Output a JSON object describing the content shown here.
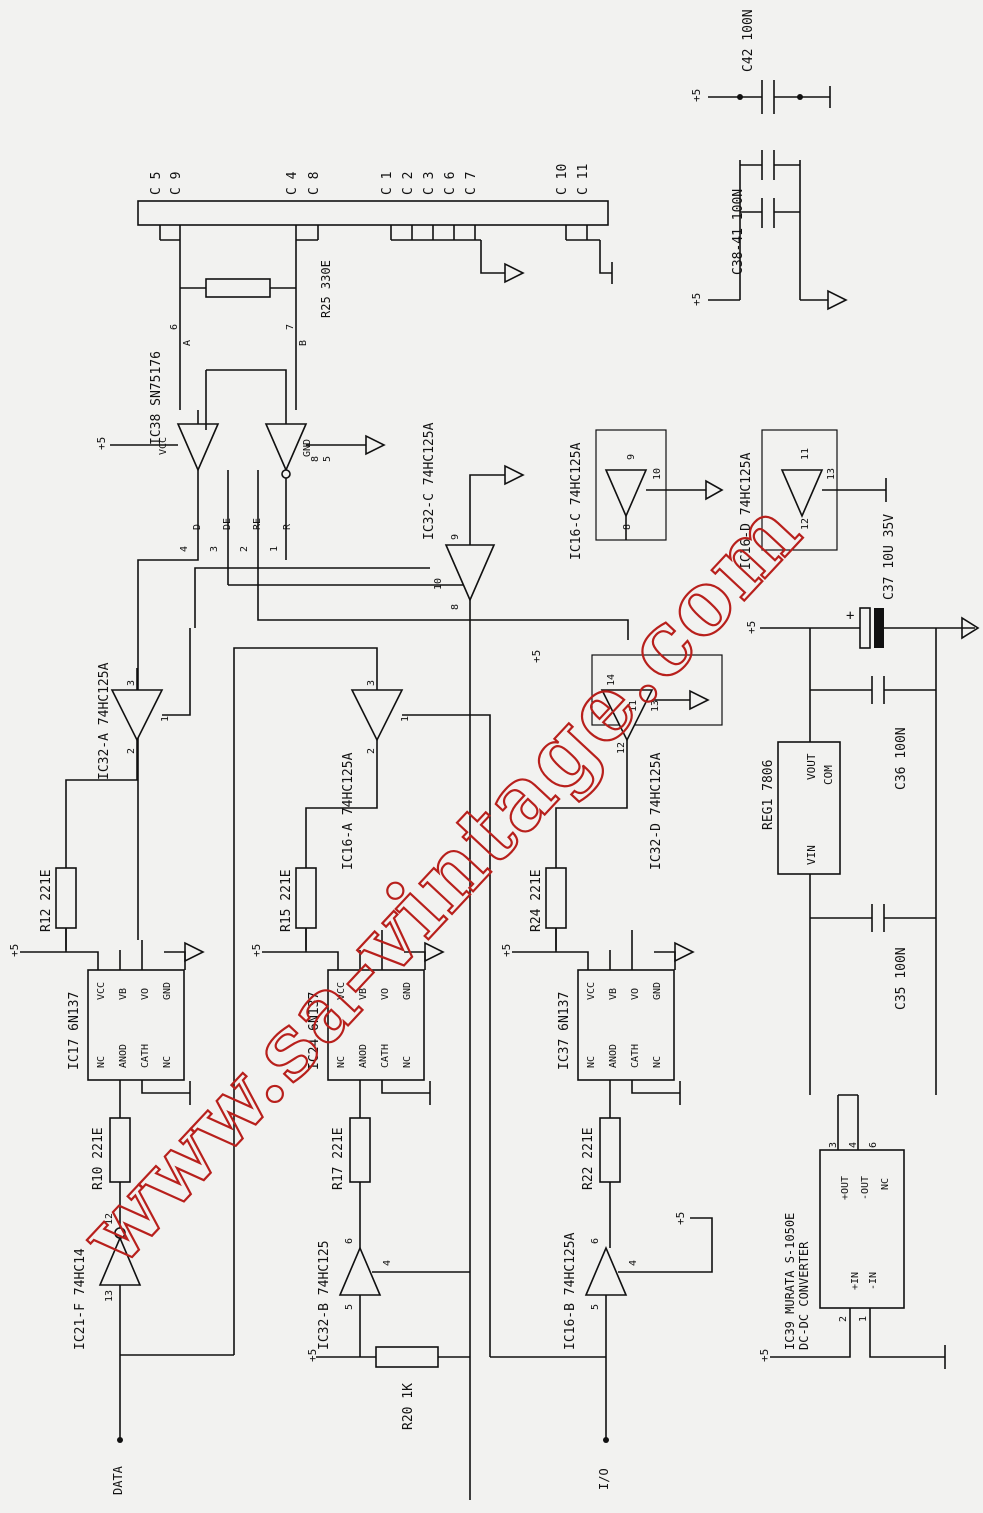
{
  "watermark": "www.sa-vintage.com",
  "colors": {
    "ink": "#111111",
    "paper": "#f2f2f0",
    "watermark": "#b8201c"
  },
  "connector": {
    "groups": [
      {
        "pins": [
          "C 5",
          "C 9"
        ]
      },
      {
        "pins": [
          "C 4",
          "C 8"
        ]
      },
      {
        "pins": [
          "C 1",
          "C 2",
          "C 3",
          "C 6",
          "C 7"
        ]
      },
      {
        "pins": [
          "C 10",
          "C 11"
        ]
      }
    ]
  },
  "ics": {
    "ic38": {
      "label": "IC38 SN75176",
      "pins": [
        "VCC",
        "GND",
        "4",
        "3",
        "2",
        "1",
        "6",
        "7",
        "8",
        "5",
        "D",
        "DE",
        "RE",
        "R",
        "A",
        "B"
      ]
    },
    "ic32a": {
      "label": "IC32-A 74HC125A",
      "pins": [
        "3",
        "1",
        "2"
      ]
    },
    "ic32b": {
      "label": "IC32-B 74HC125",
      "pins": [
        "6",
        "4",
        "5"
      ]
    },
    "ic32c": {
      "label": "IC32-C 74HC125A",
      "pins": [
        "9",
        "10",
        "8"
      ]
    },
    "ic32d": {
      "label": "IC32-D 74HC125A",
      "pins": [
        "14",
        "13",
        "12",
        "11"
      ]
    },
    "ic16a": {
      "label": "IC16-A 74HC125A",
      "pins": [
        "3",
        "1",
        "2"
      ]
    },
    "ic16b": {
      "label": "IC16-B 74HC125A",
      "pins": [
        "6",
        "4",
        "5"
      ]
    },
    "ic16c": {
      "label": "IC16-C 74HC125A",
      "pins": [
        "9",
        "10",
        "8"
      ]
    },
    "ic16d": {
      "label": "IC16-D 74HC125A",
      "pins": [
        "11",
        "13",
        "12"
      ]
    },
    "ic21f": {
      "label": "IC21-F 74HC14",
      "pins": [
        "13",
        "12"
      ]
    },
    "ic17": {
      "label": "IC17 6N137",
      "pins": [
        "VCC",
        "VB",
        "VO",
        "GND",
        "NC",
        "ANOD",
        "CATH",
        "NC"
      ]
    },
    "ic24": {
      "label": "IC24 6N137",
      "pins": [
        "VCC",
        "VB",
        "VO",
        "GND",
        "NC",
        "ANOD",
        "CATH",
        "NC"
      ]
    },
    "ic37": {
      "label": "IC37 6N137",
      "pins": [
        "VCC",
        "VB",
        "VO",
        "GND",
        "NC",
        "ANOD",
        "CATH",
        "NC"
      ]
    },
    "reg1": {
      "label": "REG1 7806",
      "pins": [
        "VIN",
        "VOUT",
        "COM"
      ]
    },
    "ic39": {
      "label": "IC39 MURATA S-1050E",
      "sub": "DC-DC CONVERTER",
      "pins": [
        "+OUT",
        "-OUT",
        "NC",
        "+IN",
        "-IN",
        "3",
        "4",
        "6",
        "2",
        "1"
      ]
    }
  },
  "resistors": {
    "r12": "R12 221E",
    "r15": "R15 221E",
    "r24": "R24 221E",
    "r10": "R10 221E",
    "r17": "R17 221E",
    "r22": "R22 221E",
    "r25": "R25 330E",
    "r20": "R20 1K"
  },
  "capacitors": {
    "c42": "C42 100N",
    "c38": "C38-41 100N",
    "c37": "C37 10U 35V",
    "c36": "C36 100N",
    "c35": "C35 100N"
  },
  "signals": {
    "data": "DATA",
    "io": "I/O",
    "vplus": "+5",
    "vminus": "+5",
    "cplus": "+"
  }
}
